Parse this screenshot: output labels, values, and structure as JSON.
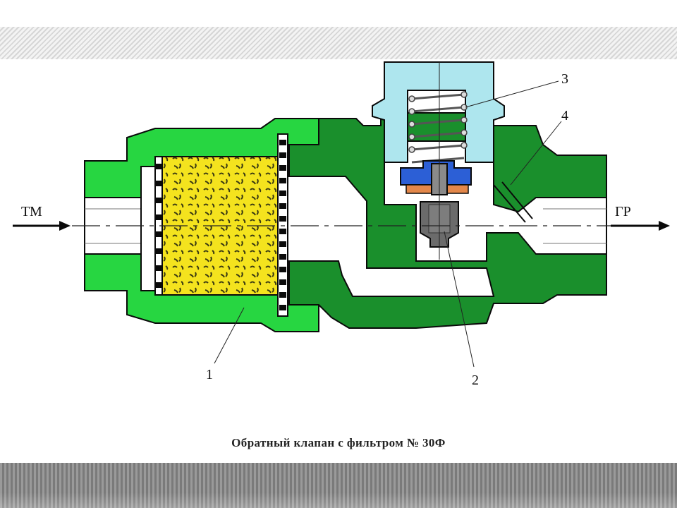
{
  "diagram": {
    "inlet_label": "ТМ",
    "outlet_label": "ГР",
    "callouts": [
      "1",
      "2",
      "3",
      "4"
    ],
    "caption": "Обратный клапан с фильтром  № 30Ф"
  },
  "colors": {
    "inlet_body": "#27d641",
    "valve_body": "#1a8f2c",
    "filter_element": "#f4e31e",
    "cap": "#aee6ee",
    "piston_blue": "#2c5fd6",
    "gasket_orange": "#e3874a",
    "stem_gray": "#6b6b6b"
  }
}
